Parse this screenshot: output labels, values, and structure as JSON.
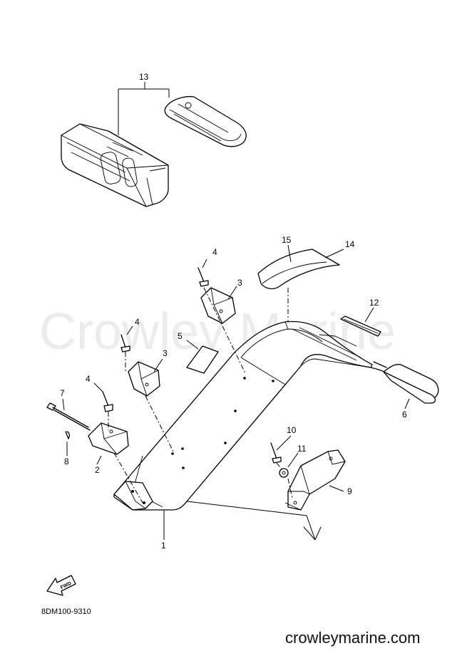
{
  "watermark": "Crowley Marine",
  "site_url": "crowleymarine.com",
  "drawing_code": "8DM100-9310",
  "fwd_label": "FWD",
  "callouts": [
    "1",
    "2",
    "3",
    "3",
    "4",
    "4",
    "4",
    "5",
    "6",
    "7",
    "8",
    "9",
    "10",
    "11",
    "12",
    "13",
    "14",
    "15"
  ]
}
